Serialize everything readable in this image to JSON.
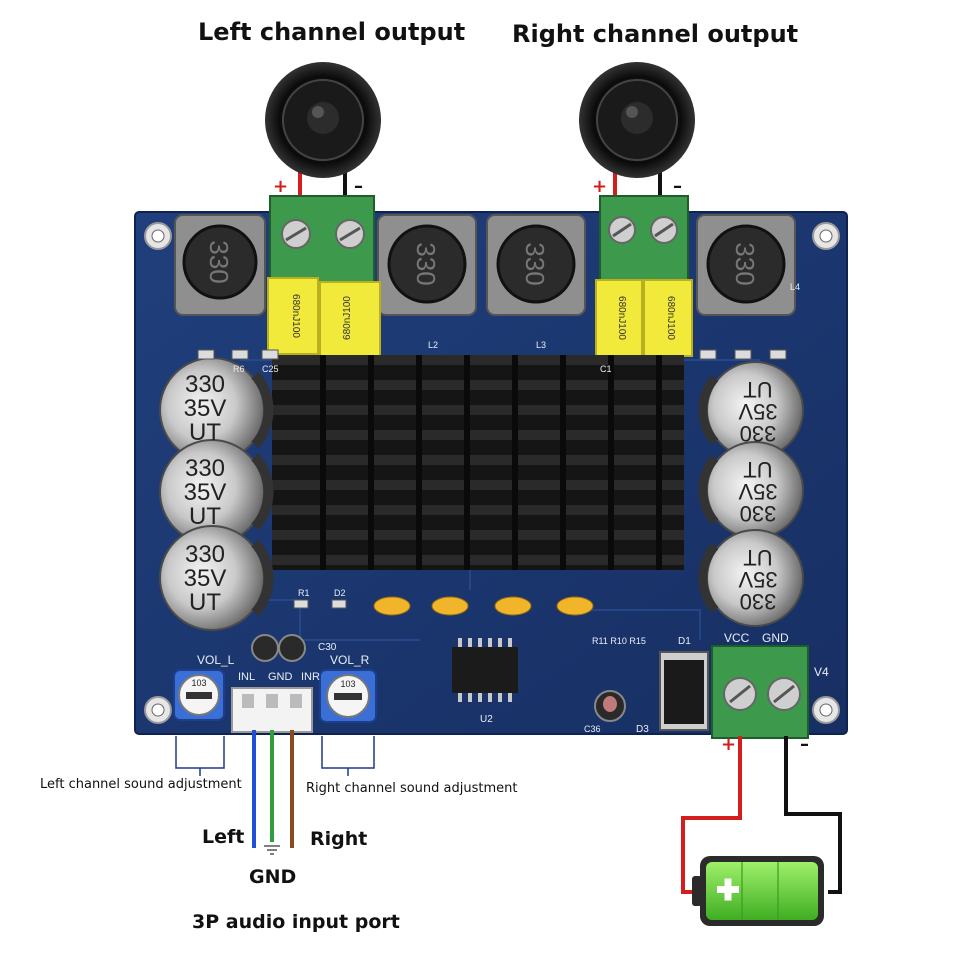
{
  "labels": {
    "left_channel_output": "Left channel output",
    "right_channel_output": "Right channel output",
    "left_sound_adjustment": "Left channel sound adjustment",
    "right_sound_adjustment": "Right channel sound adjustment",
    "left": "Left",
    "right": "Right",
    "gnd": "GND",
    "input_port": "3P audio input port"
  },
  "polarity": {
    "plus": "+",
    "minus": "–"
  },
  "board": {
    "inductor_marking": "330",
    "inductor_refs": [
      "L2",
      "L3",
      "L4"
    ],
    "film_cap_marking": "680nJ100",
    "elcap_lines": [
      "330",
      "35V",
      "UT"
    ],
    "silkscreen": {
      "vol_l": "VOL_L",
      "vol_r": "VOL_R",
      "inl": "INL",
      "gnd": "GND",
      "inr": "INR",
      "vcc": "VCC",
      "power_gnd": "GND",
      "v4": "V4",
      "u2": "U2",
      "d1": "D1",
      "d2": "D2",
      "d3": "D3",
      "r1": "R1",
      "r6": "R6",
      "c25": "C25",
      "c30": "C30",
      "c36": "C36",
      "c1": "C1",
      "resistors_right": "R11 R10 R15",
      "pot_marking": "103"
    }
  },
  "colors": {
    "pcb": "#1c3a73",
    "terminal": "#3d9a4c",
    "film_cap": "#f2ea3a",
    "wire_red": "#d31e1e",
    "wire_black": "#111111",
    "wire_blue": "#1f4fd6",
    "wire_green": "#2e9e3c",
    "wire_brown": "#8a4a1c",
    "battery_green": "#6fd43a"
  }
}
